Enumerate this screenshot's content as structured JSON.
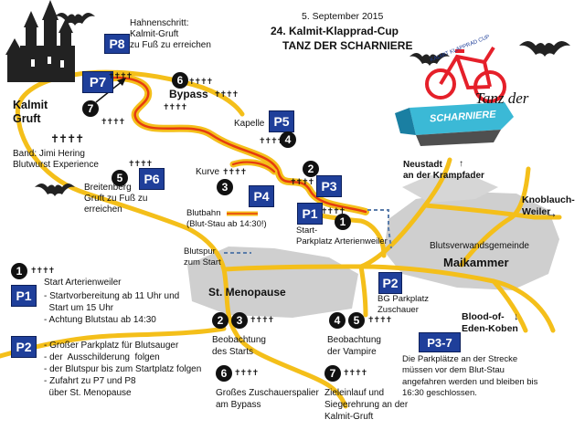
{
  "header": {
    "date": "5. September 2015",
    "event": "24. Kalmit-Klapprad-Cup",
    "subtitle": "TANZ DER SCHARNIERE"
  },
  "logo": {
    "arc_text": "KALMIT KLAPPRAD CUP",
    "word_tanz": "Tanz der",
    "word_scharniere": "SCHARNIERE",
    "colors": {
      "bike": "#e5202a",
      "banner": "#3bb9d6"
    }
  },
  "places": {
    "kalmit_gruft": "Kalmit\nGruft",
    "band": "Band: Jimi Hering\nBlutwurst Experience",
    "hahnenschritt": "Hahnenschritt:\nKalmit-Gruft\nzu Fuß zu erreichen",
    "breitenberg": "Breitenberg\nGruft zu Fuß zu\nerreichen",
    "bypass": "Bypass",
    "kapelle": "Kapelle",
    "kurve": "Kurve",
    "neustadt": "Neustadt\nan der Krampfader",
    "knoblauch": "Knoblauch-\nWeiler",
    "blutsverwandt": "Blutsverwandsgemeinde",
    "maikammer": "Maikammer",
    "menopause": "St. Menopause",
    "eden": "Blood-of-\nEden-Koben",
    "start_parkplatz": "Start-\nParkplatz Arterienweiler",
    "bg_parkplatz": "BG Parkplatz\nZuschauer"
  },
  "arrows": {
    "up": "↑",
    "right": "→",
    "down": "↓"
  },
  "map_legend": {
    "blutbahn": "Blutbahn\n(Blut-Stau ab 14:30!)",
    "blutspur": "Blutspur\nzum Start"
  },
  "parking_labels": {
    "p1": "P1",
    "p2": "P2",
    "p3": "P3",
    "p4": "P4",
    "p5": "P5",
    "p6": "P6",
    "p7": "P7",
    "p8": "P8",
    "p37": "P3-7"
  },
  "points": [
    "1",
    "2",
    "3",
    "4",
    "5",
    "6",
    "7"
  ],
  "people_icon": "person-group-icon",
  "people_glyph": "✝✝✝✝",
  "legend": {
    "start_title": "Start Arterienweiler",
    "start_items": "- Startvorbereitung ab 11 Uhr und\n  Start um 15 Uhr\n- Achtung Blutstau ab 14:30",
    "p2_items": "- Großer Parkplatz für Blutsauger\n- der  Ausschilderung  folgen\n- der Blutspur bis zum Startplatz folgen\n- Zufahrt zu P7 und P8\n  über St. Menopause",
    "obs23": "Beobachtung\ndes Starts",
    "obs45": "Beobachtung\nder Vampire",
    "obs6": "Großes Zuschauerspalier\nam Bypass",
    "obs7": "Zieleinlauf und\nSiegerehrung an der\nKalmit-Gruft",
    "p37_text": "Die Parkplätze an der Strecke\nmüssen vor dem Blut-Stau\nangefahren werden und bleiben bis\n16:30 geschlossen."
  }
}
